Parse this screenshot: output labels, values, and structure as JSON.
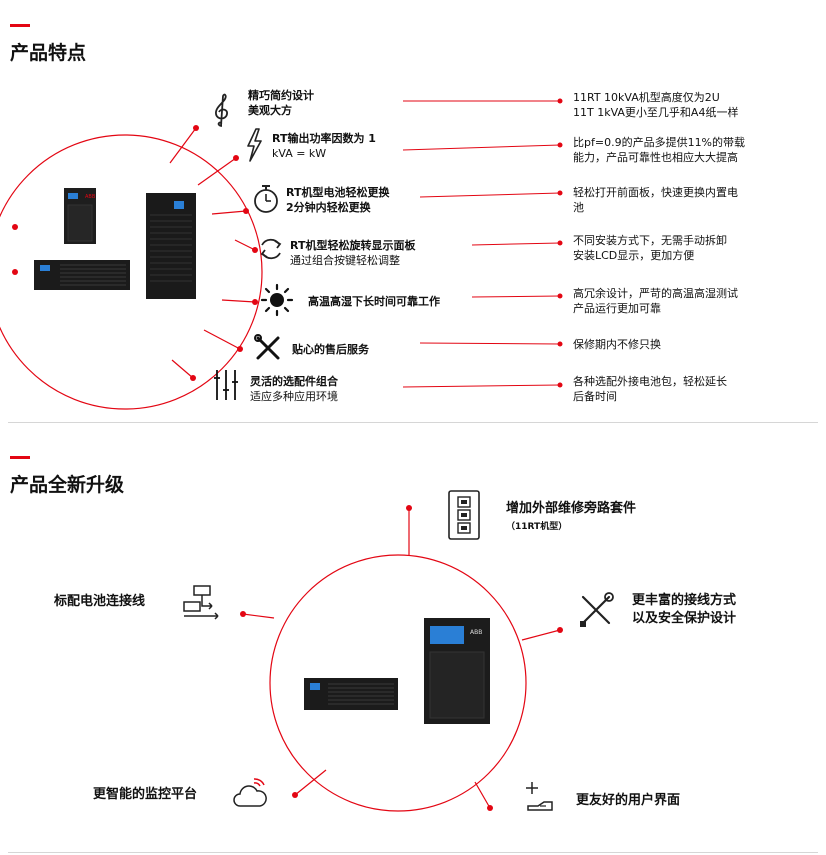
{
  "section1": {
    "title": "产品特点",
    "features": [
      {
        "title": "精巧简约设计",
        "sub": "美观大方",
        "icon": "treble-clef-icon",
        "desc": [
          "11RT 10kVA机型高度仅为2U",
          "11T 1kVA更小至几乎和A4纸一样"
        ]
      },
      {
        "title": "RT输出功率因数为 1",
        "sub": "kVA = kW",
        "icon": "lightning-icon",
        "desc": [
          "比pf=0.9的产品多提供11%的带载",
          "能力，产品可靠性也相应大大提高"
        ]
      },
      {
        "title": "RT机型电池轻松更换",
        "sub": "2分钟内轻松更换",
        "icon": "stopwatch-icon",
        "sub_bold": true,
        "desc": [
          "轻松打开前面板，快速更换内置电",
          "池"
        ]
      },
      {
        "title": "RT机型轻松旋转显示面板",
        "sub": "通过组合按键轻松调整",
        "icon": "rotate-icon",
        "desc": [
          "不同安装方式下，无需手动拆卸",
          "安装LCD显示，更加方便"
        ]
      },
      {
        "title": "高温高湿下长时间可靠工作",
        "sub": "",
        "icon": "sun-icon",
        "desc": [
          "高冗余设计，严苛的高温高湿测试",
          "产品运行更加可靠"
        ]
      },
      {
        "title": "贴心的售后服务",
        "sub": "",
        "icon": "tools-icon",
        "desc": [
          "保修期内不修只换"
        ]
      },
      {
        "title": "灵活的选配件组合",
        "sub": "适应多种应用环境",
        "icon": "sliders-icon",
        "desc": [
          "各种选配外接电池包，轻松延长",
          "后备时间"
        ]
      }
    ]
  },
  "section2": {
    "title": "产品全新升级",
    "items": {
      "bypass": {
        "title": "增加外部维修旁路套件",
        "sub": "（11RT机型）",
        "icon": "bypass-switch-icon"
      },
      "battery": {
        "title": "标配电池连接线",
        "icon": "battery-cable-icon"
      },
      "wiring": {
        "line1": "更丰富的接线方式",
        "line2": "以及安全保护设计",
        "icon": "wrench-screwdriver-icon"
      },
      "monitor": {
        "title": "更智能的监控平台",
        "icon": "cloud-wifi-icon"
      },
      "ui": {
        "title": "更友好的用户界面",
        "icon": "hand-touch-icon"
      }
    }
  },
  "brand": {
    "logo": "ABB"
  },
  "colors": {
    "accent": "#e30613",
    "product": "#1e1e1e"
  }
}
